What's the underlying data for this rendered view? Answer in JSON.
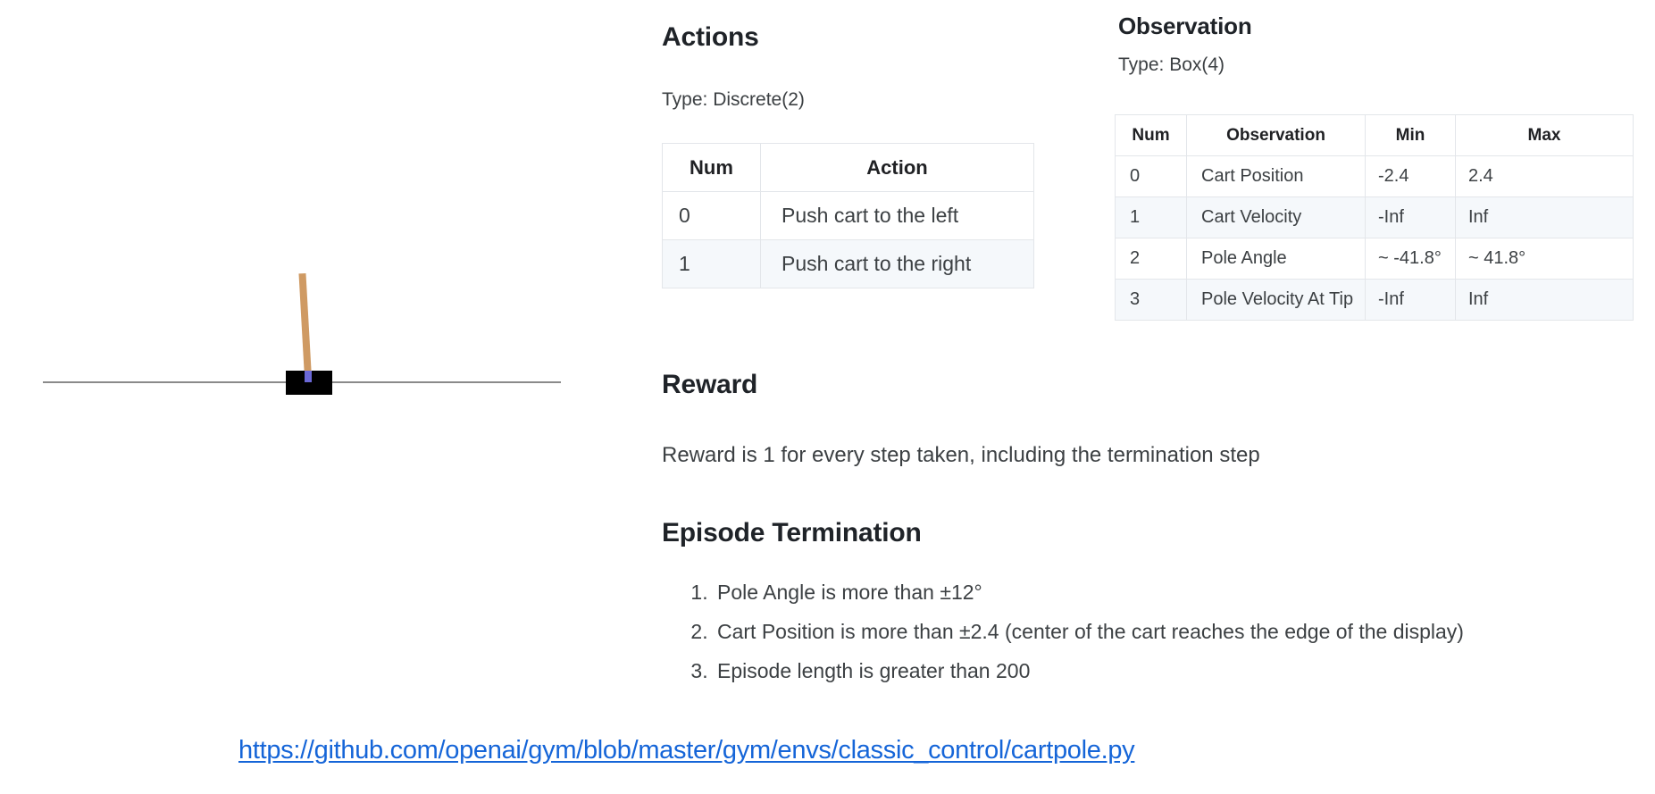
{
  "figure": {
    "name": "CartPole environment illustration",
    "cart_color": "#000000",
    "pole_color": "#cf9a63",
    "axle_color": "#6b68d6",
    "track_color": "#8a8a8a"
  },
  "actions": {
    "heading": "Actions",
    "type_line": "Type: Discrete(2)",
    "table": {
      "headers": [
        "Num",
        "Action"
      ],
      "rows": [
        [
          "0",
          "Push cart to the left"
        ],
        [
          "1",
          "Push cart to the right"
        ]
      ]
    }
  },
  "observation": {
    "heading": "Observation",
    "type_line": "Type: Box(4)",
    "table": {
      "headers": [
        "Num",
        "Observation",
        "Min",
        "Max"
      ],
      "rows": [
        [
          "0",
          "Cart Position",
          "-2.4",
          "2.4"
        ],
        [
          "1",
          "Cart Velocity",
          "-Inf",
          "Inf"
        ],
        [
          "2",
          "Pole Angle",
          "~ -41.8°",
          "~ 41.8°"
        ],
        [
          "3",
          "Pole Velocity At Tip",
          "-Inf",
          "Inf"
        ]
      ]
    }
  },
  "reward": {
    "heading": "Reward",
    "text": "Reward is 1 for every step taken, including the termination step"
  },
  "termination": {
    "heading": "Episode Termination",
    "items": [
      "Pole Angle is more than ±12°",
      "Cart Position is more than ±2.4 (center of the cart reaches the edge of the display)",
      "Episode length is greater than 200"
    ]
  },
  "link": {
    "text": "https://github.com/openai/gym/blob/master/gym/envs/classic_control/cartpole.py",
    "color": "#1565d8"
  }
}
